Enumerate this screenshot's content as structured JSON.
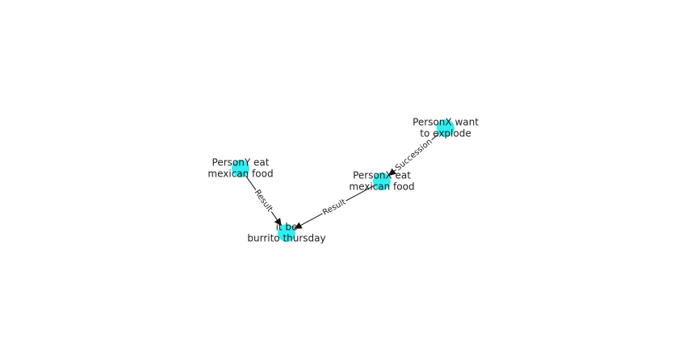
{
  "graph": {
    "node_color": "#2ef0f0",
    "edge_color": "#111111",
    "nodes": [
      {
        "id": "n_x_want",
        "lines": [
          "PersonX want",
          "to explode"
        ]
      },
      {
        "id": "n_x_eat",
        "lines": [
          "PersonX eat",
          "mexican food"
        ]
      },
      {
        "id": "n_y_eat",
        "lines": [
          "PersonY eat",
          "mexican food"
        ]
      },
      {
        "id": "n_burrito",
        "lines": [
          "it be",
          "burrito thursday"
        ]
      }
    ],
    "edges": [
      {
        "from": "n_x_want",
        "to": "n_x_eat",
        "label": "Succession"
      },
      {
        "from": "n_x_eat",
        "to": "n_burrito",
        "label": "Result"
      },
      {
        "from": "n_y_eat",
        "to": "n_burrito",
        "label": "Result"
      }
    ]
  }
}
